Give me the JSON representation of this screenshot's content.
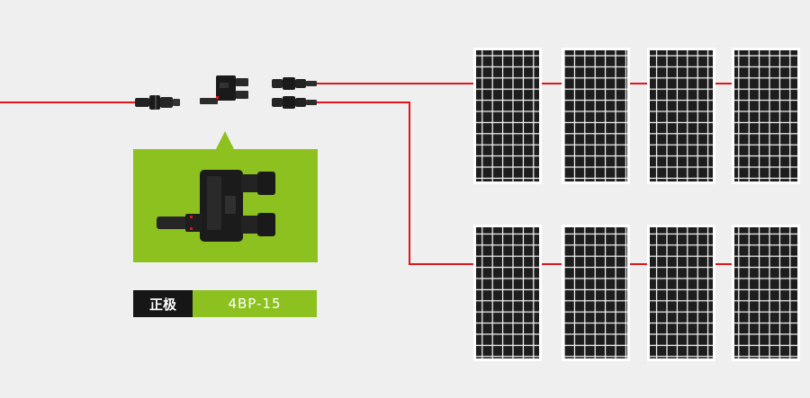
{
  "label": {
    "polarity": "正极",
    "model": "4BP-15"
  },
  "colors": {
    "background": "#efefef",
    "wire": "#e0161c",
    "callout": "#8cc11f",
    "label_dark": "#161616",
    "panel_frame": "#ffffff",
    "panel_cell": "#1c1c1c",
    "connector": "#1a1a1a"
  },
  "panels": {
    "rows": 2,
    "per_row": 4,
    "cell_columns": 6,
    "cell_rows": 12
  },
  "icons": [
    "mc4-male-connector",
    "branch-y-connector",
    "mc4-female-connector",
    "solar-panel"
  ]
}
